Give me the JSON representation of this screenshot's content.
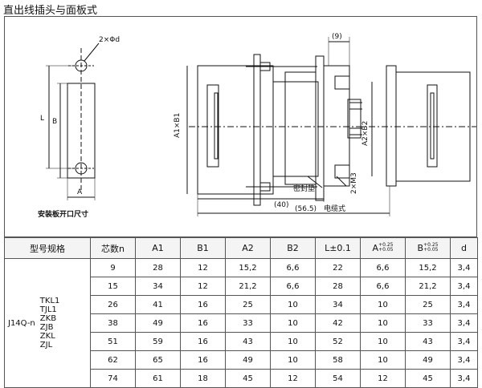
{
  "title": "直出线插头与面板式",
  "drawing": {
    "hole_label": "2×Φd",
    "dim_L": "L",
    "dim_B": "B",
    "dim_A": "A",
    "cutout_caption": "安装板开口尺寸",
    "dim_A1B1": "A1×B1",
    "dim_A2B2": "A2×B2",
    "dim_9": "(9)",
    "dim_40": "(40)",
    "dim_565": "(56.5)",
    "style_label": "电缆式",
    "seal_label": "密封垫",
    "screw_label": "2×M3"
  },
  "table": {
    "headers": [
      "型号规格",
      "芯数n",
      "A1",
      "B1",
      "A2",
      "B2",
      "L±0.1",
      "A",
      "B",
      "d"
    ],
    "tol_plus": "+0.25",
    "tol_minus": "+0.05",
    "model": "J14Q-n",
    "series": [
      "TKL1",
      "TJL1",
      "ZKB",
      "ZJB",
      "ZKL",
      "ZJL"
    ],
    "rows": [
      [
        "9",
        "28",
        "12",
        "15,2",
        "6,6",
        "22",
        "6,6",
        "15,2",
        "3,4"
      ],
      [
        "15",
        "34",
        "12",
        "21,2",
        "6,6",
        "28",
        "6,6",
        "21,2",
        "3,4"
      ],
      [
        "26",
        "41",
        "16",
        "25",
        "10",
        "34",
        "10",
        "25",
        "3,4"
      ],
      [
        "38",
        "49",
        "16",
        "33",
        "10",
        "42",
        "10",
        "33",
        "3,4"
      ],
      [
        "51",
        "59",
        "16",
        "43",
        "10",
        "52",
        "10",
        "43",
        "3,4"
      ],
      [
        "62",
        "65",
        "16",
        "49",
        "10",
        "58",
        "10",
        "49",
        "3,4"
      ],
      [
        "74",
        "61",
        "18",
        "45",
        "12",
        "54",
        "12",
        "45",
        "3,4"
      ]
    ]
  }
}
